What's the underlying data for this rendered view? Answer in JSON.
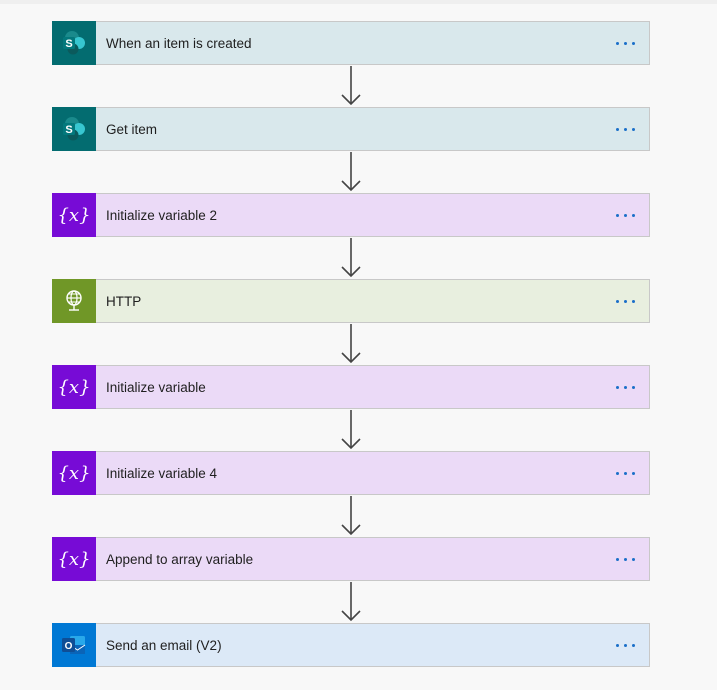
{
  "flow": {
    "steps": [
      {
        "label": "When an item is created",
        "icon": "sharepoint-icon",
        "bg": "#d9e8ec",
        "icon_bg": "#036c70"
      },
      {
        "label": "Get item",
        "icon": "sharepoint-icon",
        "bg": "#d9e8ec",
        "icon_bg": "#036c70"
      },
      {
        "label": "Initialize variable 2",
        "icon": "variable-icon",
        "bg": "#ebdaf7",
        "icon_bg": "#770bd6"
      },
      {
        "label": "HTTP",
        "icon": "http-globe-icon",
        "bg": "#e8efdf",
        "icon_bg": "#709727"
      },
      {
        "label": "Initialize variable",
        "icon": "variable-icon",
        "bg": "#ebdaf7",
        "icon_bg": "#770bd6"
      },
      {
        "label": "Initialize variable 4",
        "icon": "variable-icon",
        "bg": "#ebdaf7",
        "icon_bg": "#770bd6"
      },
      {
        "label": "Append to array variable",
        "icon": "variable-icon",
        "bg": "#ebdaf7",
        "icon_bg": "#770bd6"
      },
      {
        "label": "Send an email (V2)",
        "icon": "outlook-icon",
        "bg": "#dce9f7",
        "icon_bg": "#0078d4"
      }
    ]
  }
}
